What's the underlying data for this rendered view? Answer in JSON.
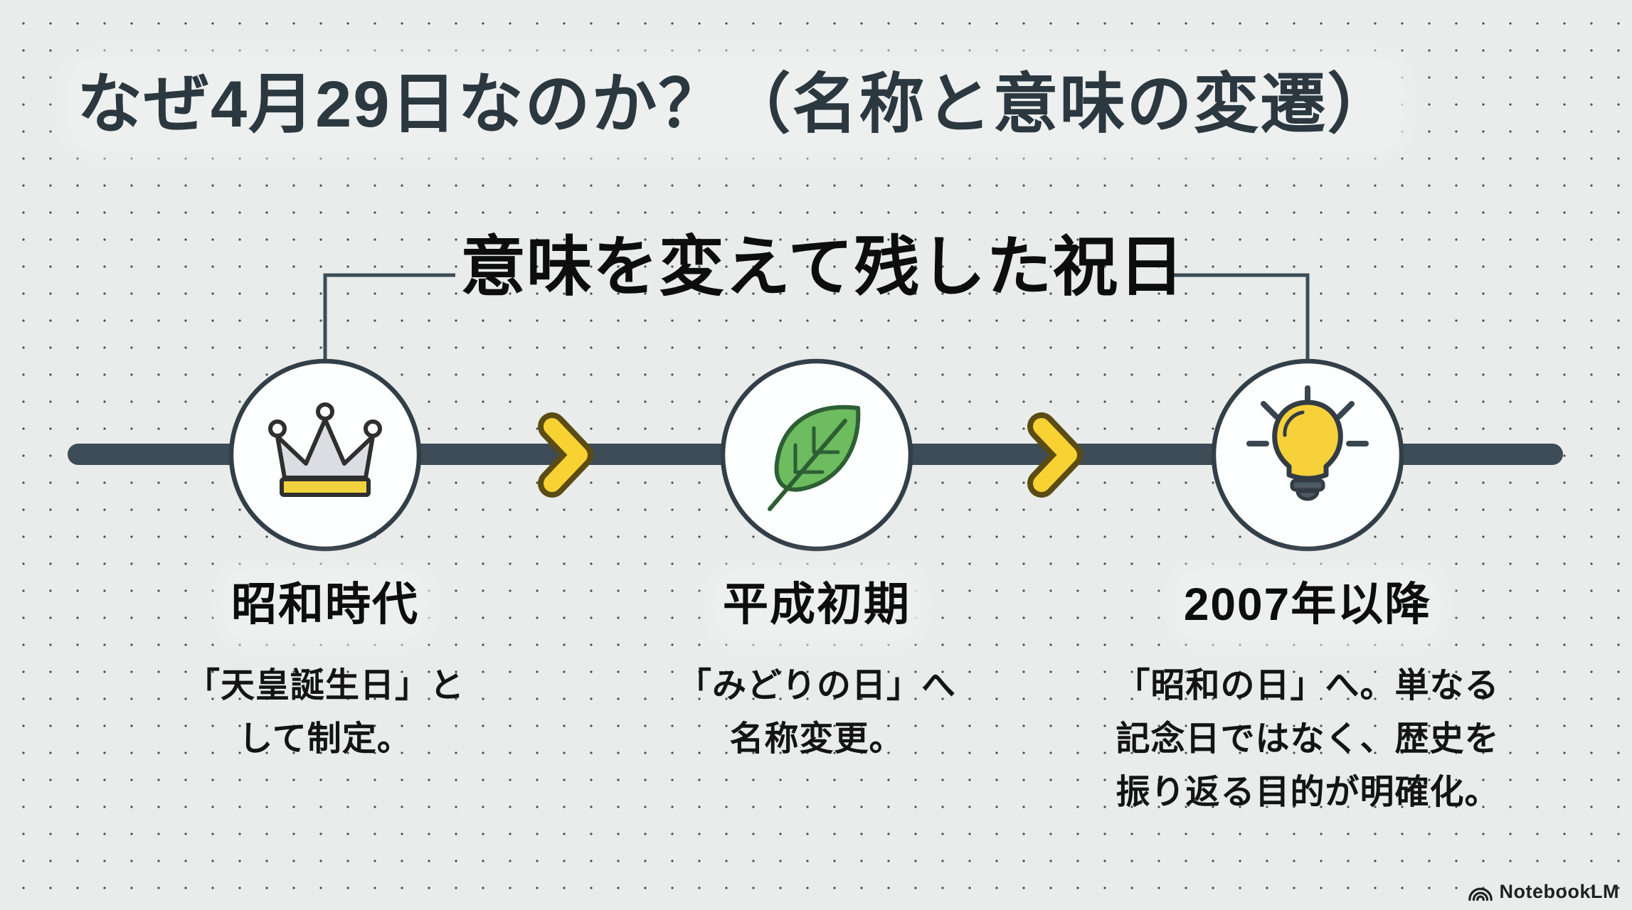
{
  "page": {
    "title": "なぜ4月29日なのか？（名称と意味の変遷）",
    "subtitle": "意味を変えて残した祝日",
    "brand": "NotebookLM"
  },
  "timeline": {
    "stages": [
      {
        "icon": "crown-icon",
        "label": "昭和時代",
        "description": "「天皇誕生日」と\nして制定。"
      },
      {
        "icon": "leaf-icon",
        "label": "平成初期",
        "description": "「みどりの日」へ\n名称変更。"
      },
      {
        "icon": "lightbulb-icon",
        "label": "2007年以降",
        "description": "「昭和の日」へ。単なる\n記念日ではなく、歴史を\n振り返る目的が明確化。"
      }
    ]
  },
  "colors": {
    "background": "#e9eceb",
    "dot_grid": "#4d4f4f",
    "timeline_dark_slate": "#3d4c56",
    "accent_yellow": "#f8d233",
    "leaf_green": "#6dbc5f",
    "crown_gray": "#dcdde2",
    "bulb_yellow": "#f6d13a",
    "title_color": "#2c3840",
    "text_black": "#0d0d0d"
  }
}
